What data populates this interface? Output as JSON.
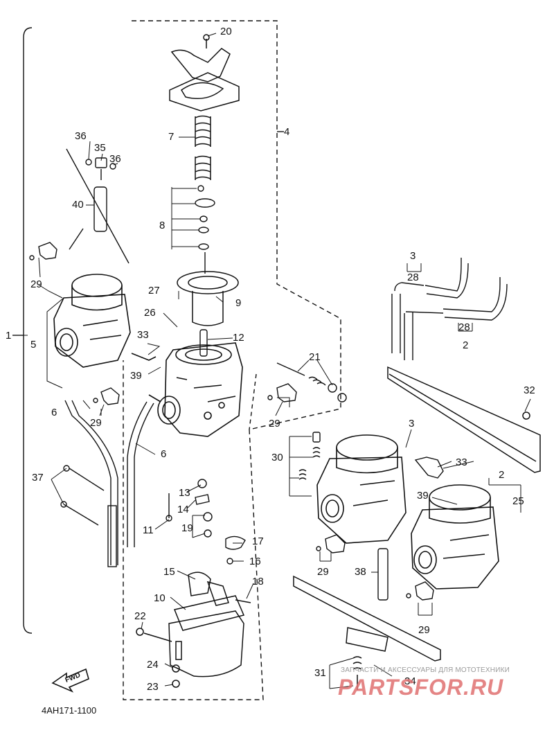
{
  "diagram": {
    "callouts": [
      "20",
      "4",
      "7",
      "36",
      "35",
      "36",
      "40",
      "8",
      "29",
      "9",
      "27",
      "26",
      "12",
      "33",
      "1",
      "5",
      "39",
      "21",
      "3",
      "28",
      "28",
      "2",
      "32",
      "6",
      "6",
      "3",
      "30",
      "33",
      "37",
      "39",
      "2",
      "25",
      "13",
      "14",
      "11",
      "19",
      "17",
      "16",
      "15",
      "18",
      "10",
      "22",
      "29",
      "38",
      "29",
      "24",
      "23",
      "31",
      "34",
      "29",
      "29"
    ],
    "drawing_code": "4AH171-1100",
    "fwd_label": "FWD",
    "watermark": {
      "caption": "ЗАПЧАСТИ И АКСЕССУАРЫ ДЛЯ МОТОТЕХНИКИ",
      "logo": "PARTSFOR.RU"
    }
  }
}
